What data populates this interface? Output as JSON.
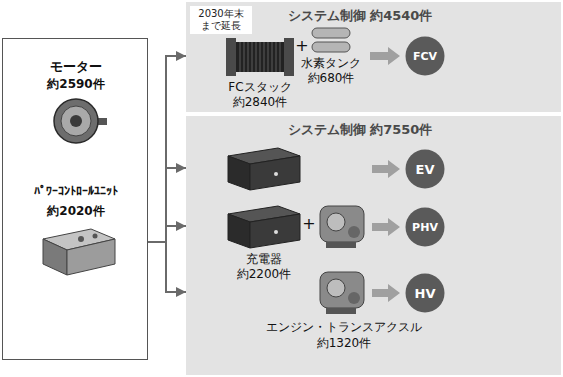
{
  "diagram": {
    "nodes": [
      {
        "text": [
          "モーター",
          "約2590件",
          "ﾊﾟﾜｰｺﾝﾄﾛｰﾙﾕﾆｯﾄ",
          "約2020件"
        ]
      },
      {
        "text": [
          "システム制御 約4540件"
        ]
      },
      {
        "text": [
          "2030年末 まで延長"
        ],
        "in": 1
      },
      {
        "text": [
          "FCV"
        ],
        "in": 1
      },
      {
        "text": [
          "システム制御 約7550件"
        ]
      },
      {
        "text": [
          "EV"
        ],
        "in": 4
      },
      {
        "text": [
          "PHV"
        ],
        "in": 4
      },
      {
        "text": [
          "HV"
        ],
        "in": 4
      }
    ],
    "edges": [
      {
        "from": 0,
        "to": 1,
        "arrow": "to"
      },
      {
        "from": 0,
        "to": 4,
        "arrow": "to"
      },
      {
        "from": 0,
        "to": 4,
        "arrow": "to"
      },
      {
        "from": 0,
        "to": 4,
        "arrow": "to"
      }
    ],
    "labels": [
      "FCスタック",
      "約2840件",
      "+",
      "水素タンク",
      "約680件",
      "充電器",
      "約2200件",
      "+",
      "エンジン・トランスアクスル",
      "約1320件"
    ]
  }
}
